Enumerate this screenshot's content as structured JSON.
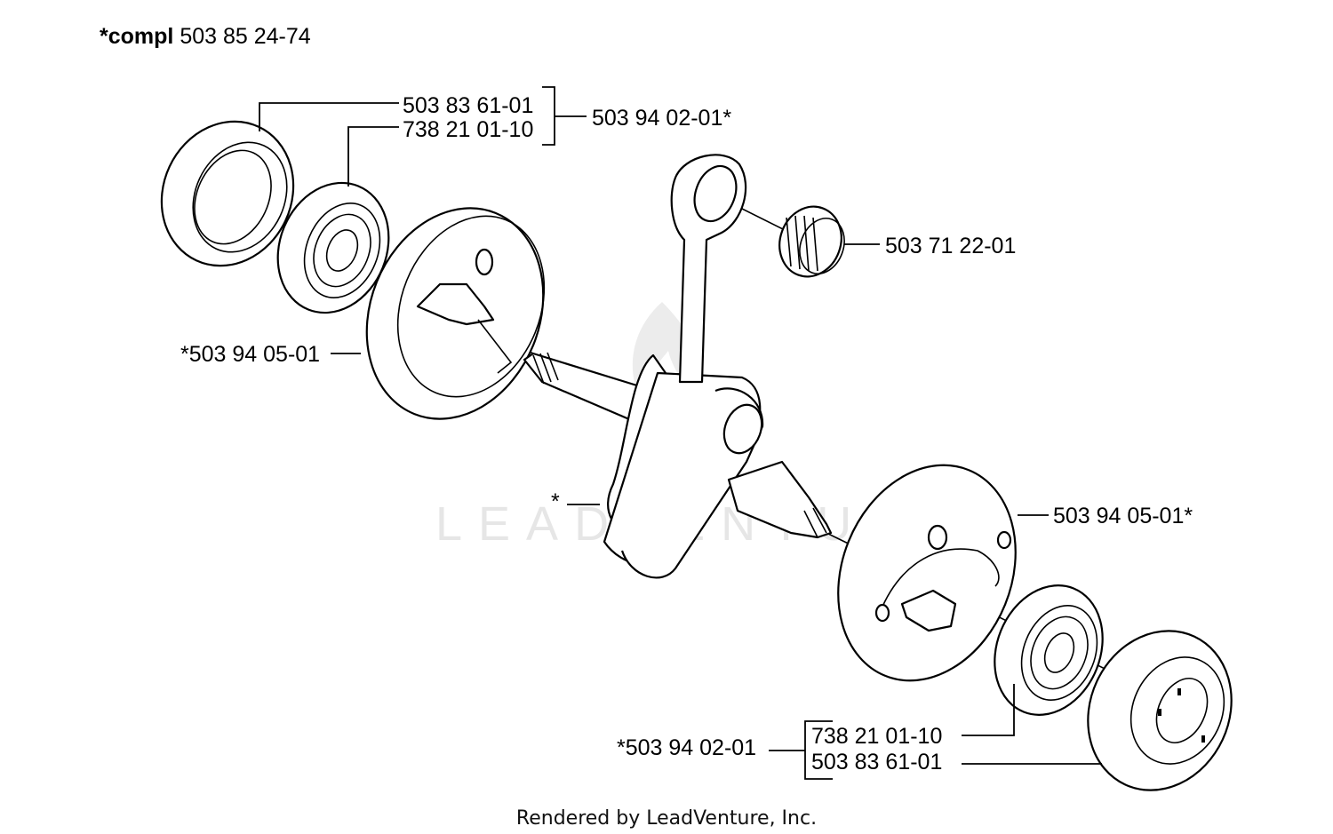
{
  "header": {
    "prefix": "*compl",
    "number": "503 85 24-74"
  },
  "labels": {
    "top_bearing_shell": "503 83 61-01",
    "top_bearing": "738 21 01-10",
    "top_group": "503 94 02-01*",
    "needle_bearing": "503 71 22-01",
    "left_flywheel_half": "*503 94 05-01",
    "crank_star": "*",
    "right_flywheel_half": "503 94 05-01*",
    "bottom_group": "*503 94 02-01",
    "bottom_bearing": "738 21 01-10",
    "bottom_bearing_shell": "503 83 61-01"
  },
  "watermark": "LEADVENTURE",
  "footer": "Rendered by LeadVenture, Inc."
}
